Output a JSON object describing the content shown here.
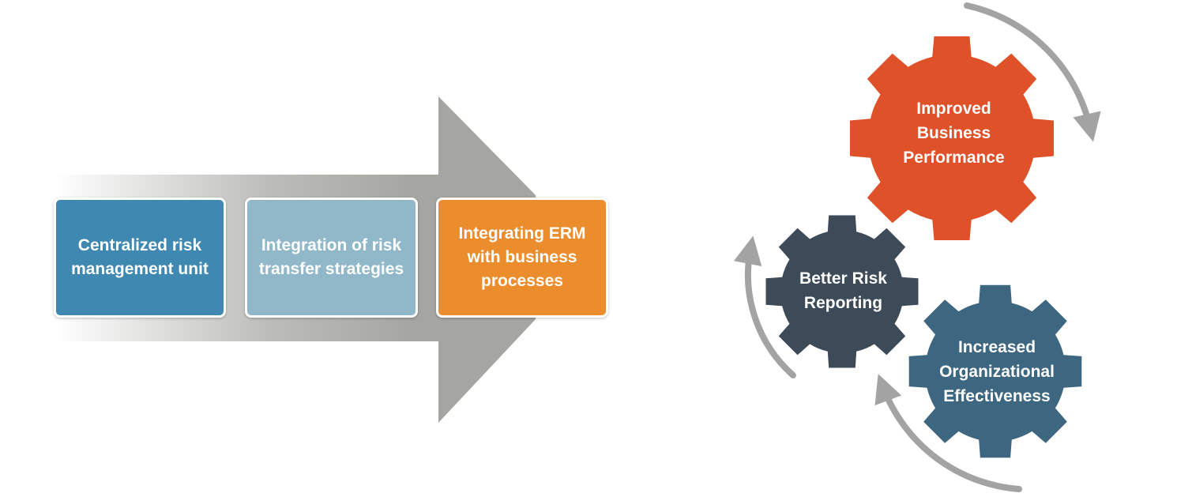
{
  "process": {
    "steps": [
      {
        "label": "Centralized risk management unit",
        "color": "#3f88b1"
      },
      {
        "label": "Integration of risk transfer strategies",
        "color": "#91b8c9"
      },
      {
        "label": "Integrating ERM with business processes",
        "color": "#ec8d2d"
      }
    ],
    "arrow_color": "#a5a5a1"
  },
  "cycle": {
    "gears": [
      {
        "label": "Improved Business Performance",
        "color": "#df5128"
      },
      {
        "label": "Better Risk Reporting",
        "color": "#3d4a58"
      },
      {
        "label": "Increased Organizational Effectiveness",
        "color": "#3d6681"
      }
    ],
    "arrow_color": "#a3a3a3"
  }
}
